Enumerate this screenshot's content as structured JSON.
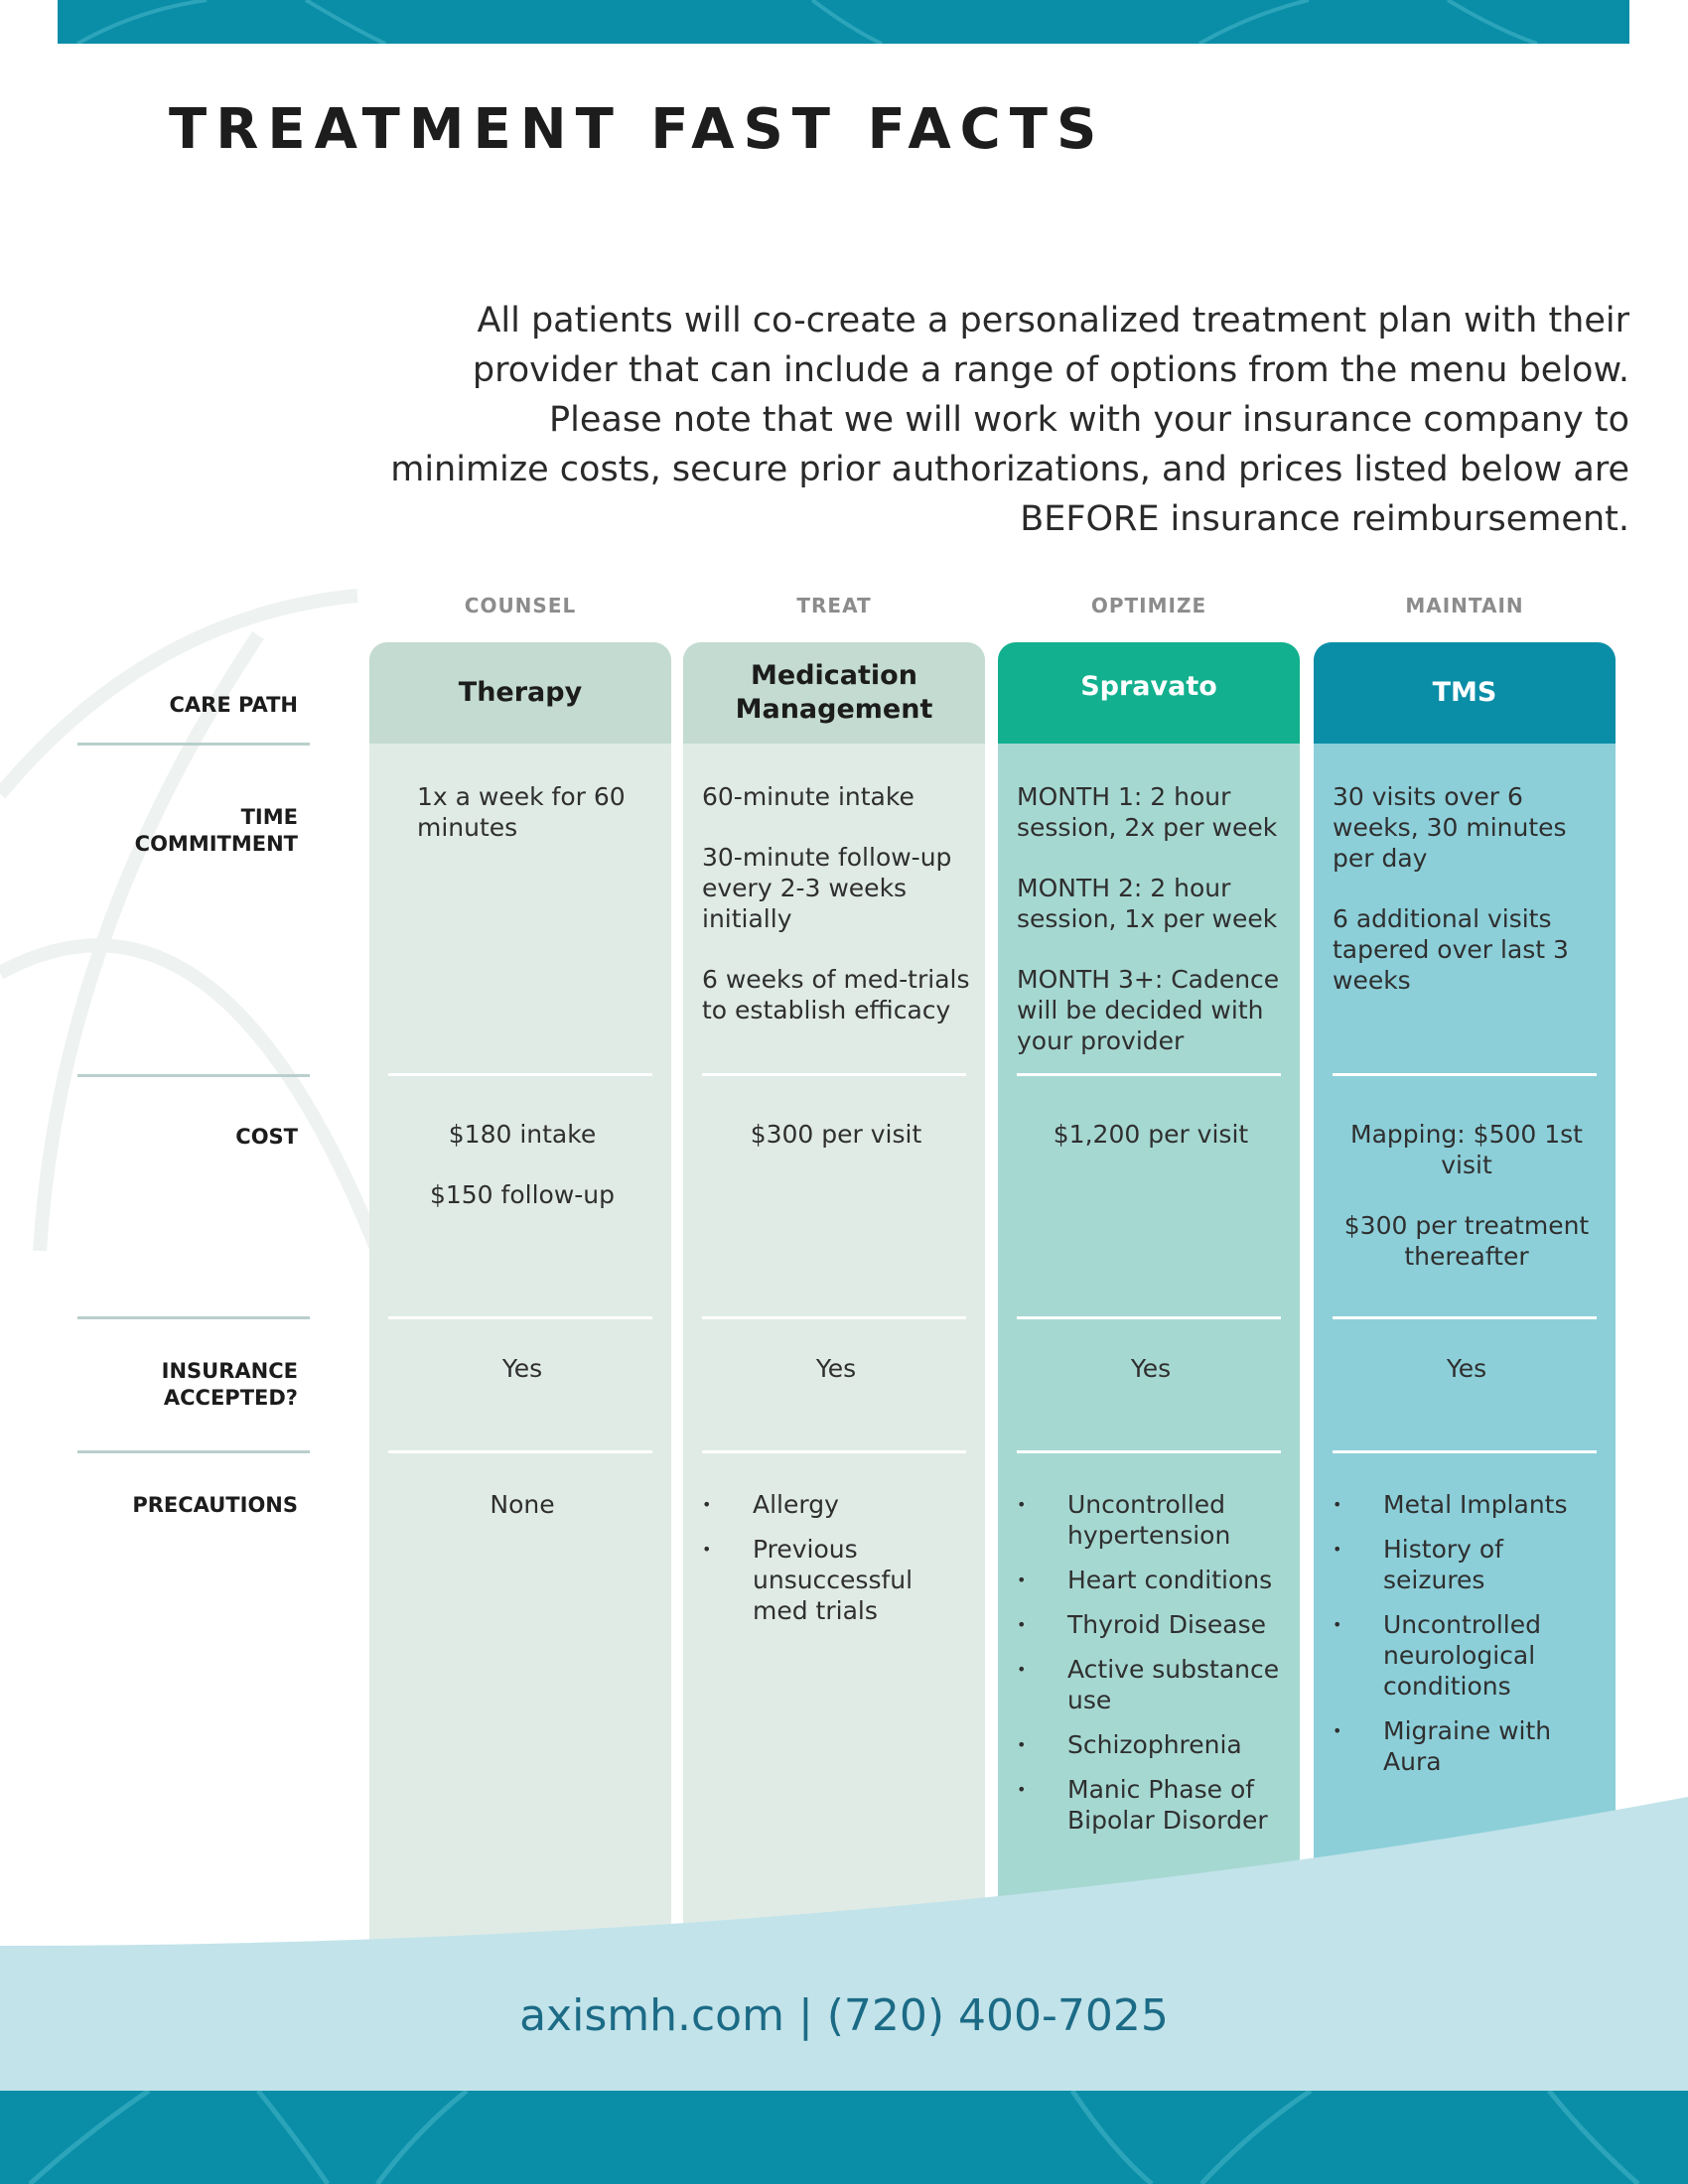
{
  "title": "TREATMENT FAST FACTS",
  "intro_lines": [
    "All patients will co-create a personalized treatment  plan with their",
    "provider that can include a range of options from the menu below.",
    "Please note that we will work with your insurance company to",
    "minimize costs, secure prior authorizations, and prices listed below are",
    "BEFORE insurance reimbursement."
  ],
  "row_labels": {
    "care_path": "CARE PATH",
    "time": [
      "TIME",
      "COMMITMENT"
    ],
    "cost": "COST",
    "insurance": [
      "INSURANCE",
      "ACCEPTED?"
    ],
    "precautions": "PRECAUTIONS"
  },
  "columns": [
    {
      "phase": "COUNSEL",
      "header": [
        "Therapy"
      ],
      "time": [
        "1x a week for 60 minutes"
      ],
      "cost": [
        "$180 intake",
        "$150 follow-up"
      ],
      "insurance": "Yes",
      "precautions_text": "None",
      "precautions": []
    },
    {
      "phase": "TREAT",
      "header": [
        "Medication",
        "Management"
      ],
      "time": [
        "60-minute intake",
        "30-minute follow-up every 2-3 weeks initially",
        "6 weeks of med-trials to establish efficacy"
      ],
      "cost": [
        "$300 per visit"
      ],
      "insurance": "Yes",
      "precautions": [
        "Allergy",
        "Previous unsuccessful med trials"
      ]
    },
    {
      "phase": "OPTIMIZE",
      "header": [
        "Spravato"
      ],
      "time": [
        "MONTH 1: 2 hour session, 2x per week",
        "MONTH 2: 2 hour session, 1x per week",
        "MONTH 3+: Cadence will be decided with your provider"
      ],
      "cost": [
        "$1,200 per visit"
      ],
      "insurance": "Yes",
      "precautions": [
        "Uncontrolled hypertension",
        "Heart conditions",
        "Thyroid Disease",
        "Active substance use",
        "Schizophrenia",
        "Manic Phase of Bipolar Disorder"
      ]
    },
    {
      "phase": "MAINTAIN",
      "header": [
        "TMS"
      ],
      "time": [
        "30 visits over 6 weeks, 30 minutes per day",
        "6 additional visits tapered over last 3 weeks"
      ],
      "cost": [
        "Mapping: $500 1st visit",
        "$300 per treatment thereafter"
      ],
      "insurance": "Yes",
      "precautions": [
        "Metal Implants",
        "History of seizures",
        "Uncontrolled neurological conditions",
        "Migraine with Aura"
      ]
    }
  ],
  "footer": "axismh.com |  (720) 400-7025",
  "colors": {
    "teal": "#0a8ea8",
    "green": "#12b08e",
    "sage": "#c3dbd0",
    "light_sage": "#e0ebe6",
    "mint": "#a6d8d2",
    "aqua": "#8ccfd9",
    "wave": "#c2e3ea"
  },
  "icons": [
    "bullet-dot-icon"
  ]
}
